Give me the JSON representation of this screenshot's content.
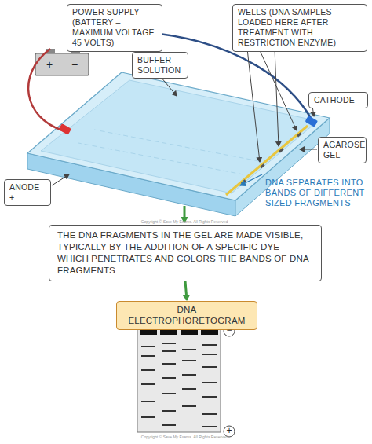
{
  "diagram": {
    "nodes": [
      {
        "text": [
          "POWER SUPPLY (BATTERY – MAXIMUM VOLTAGE 45 VOLTS)"
        ]
      },
      {
        "text": [
          "WELLS (DNA SAMPLES LOADED HERE AFTER TREATMENT WITH RESTRICTION ENZYME)"
        ]
      },
      {
        "text": [
          "BUFFER SOLUTION"
        ]
      },
      {
        "text": [
          "CATHODE –"
        ]
      },
      {
        "text": [
          "AGAROSE GEL"
        ]
      },
      {
        "text": [
          "ANODE +"
        ]
      },
      {
        "text": [
          "THE DNA FRAGMENTS IN THE GEL ARE MADE VISIBLE, TYPICALLY BY THE ADDITION OF A SPECIFIC DYE WHICH PENETRATES AND COLORS THE BANDS OF DNA FRAGMENTS"
        ]
      },
      {
        "text": [
          "DNA ELECTROPHORETOGRAM"
        ]
      }
    ],
    "edges": [
      {
        "from": 6,
        "to": 7,
        "arrow": "to"
      }
    ],
    "labels": [
      "DNA SEPARATES INTO BANDS OF DIFFERENT SIZED FRAGMENTS",
      "+",
      "−",
      "−",
      "+",
      "Copyright © Save My Exams. All Rights Reserved",
      "Copyright © Save My Exams. All Rights Reserved"
    ]
  }
}
